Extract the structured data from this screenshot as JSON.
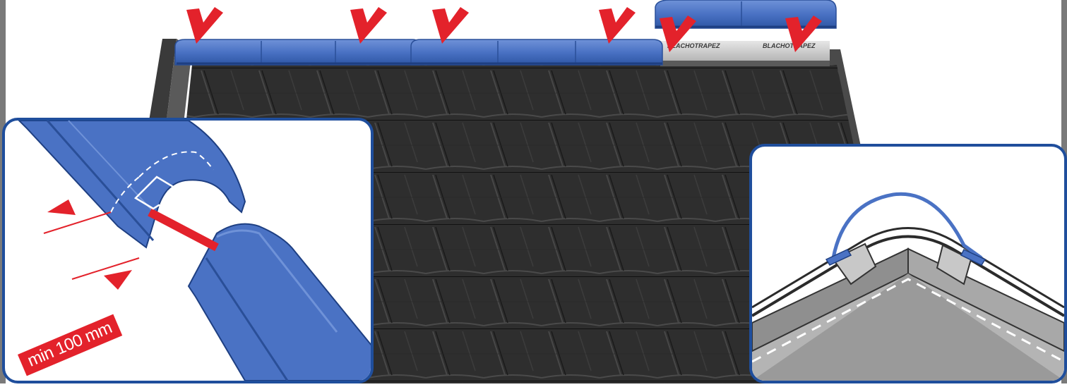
{
  "measurement": {
    "label": "min 100 mm"
  },
  "ridge_strip": {
    "brand_left": "BLACHOTRAPEZ",
    "brand_right": "BLACHOTRAPEZ"
  },
  "colors": {
    "ridge_blue": "#4a72c4",
    "arrow_red": "#e3222b",
    "roof_dark": "#2b2b2b",
    "frame_gray": "#8a8a8a",
    "inset_border": "#1f4e9c"
  },
  "icons": [
    "arrow-down-left-red",
    "arrow-up-white-outline"
  ]
}
